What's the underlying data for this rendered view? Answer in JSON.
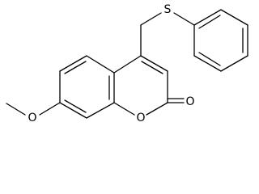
{
  "molecule": {
    "atoms": {
      "sulfur": "S",
      "ring_oxygen": "O",
      "carbonyl_oxygen": "O",
      "methoxy_oxygen": "O"
    }
  }
}
